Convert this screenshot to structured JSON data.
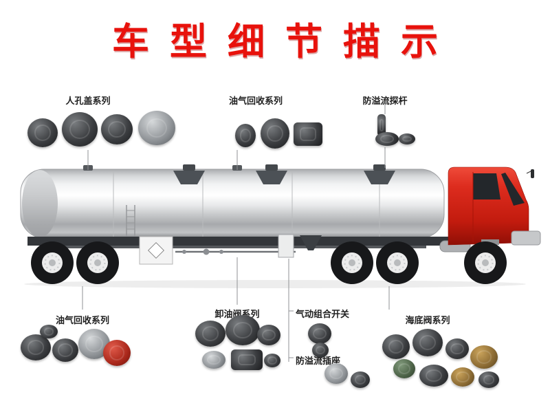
{
  "page": {
    "title": "车型细节描示",
    "title_color": "#e8120c",
    "background": "#ffffff"
  },
  "callouts": {
    "top": [
      {
        "label": "人孔盖系列"
      },
      {
        "label": "油气回收系列"
      },
      {
        "label": "防溢流探杆"
      }
    ],
    "bottom": [
      {
        "label": "油气回收系列"
      },
      {
        "label": "卸油阀系列"
      },
      {
        "label": "气动组合开关"
      },
      {
        "label": "防溢流插座"
      },
      {
        "label": "海底阀系列"
      }
    ]
  },
  "truck": {
    "cab_color": "#d42a1e",
    "tank_color": "#d9dadb",
    "callout_line_color": "#8f9194"
  }
}
